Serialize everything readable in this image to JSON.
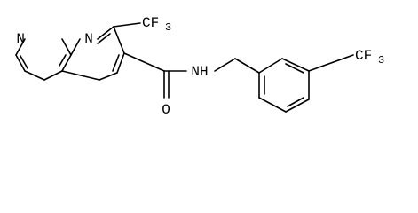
{
  "molecule": {
    "atoms": {
      "n1": "N",
      "n8": "N",
      "cf3_top": {
        "main": "CF",
        "sub": "3"
      },
      "carbonyl_o": "O",
      "amide_nh": "NH",
      "cf3_right": {
        "main": "CF",
        "sub": "3"
      }
    }
  },
  "colors": {
    "bond": "#000000",
    "text": "#000000",
    "background": "#ffffff"
  }
}
